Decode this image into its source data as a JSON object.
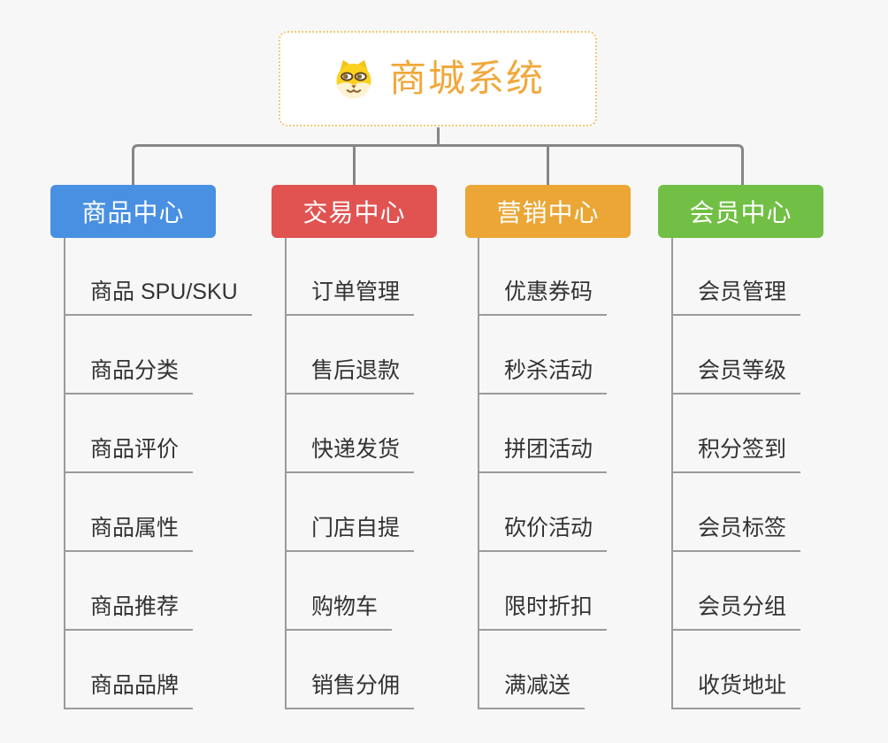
{
  "canvas": {
    "background_color": "#f7f7f7",
    "connector_color": "#868686",
    "leaf_line_color": "#9b9b9b",
    "leaf_text_color": "#333333"
  },
  "root": {
    "title": "商城系统",
    "icon": "dog-face-icon",
    "text_color": "#f1a83b",
    "border_color": "#f2c778",
    "background_color": "#ffffff"
  },
  "branches": [
    {
      "label": "商品中心",
      "color": "#4a90e2",
      "items": [
        "商品 SPU/SKU",
        "商品分类",
        "商品评价",
        "商品属性",
        "商品推荐",
        "商品品牌"
      ]
    },
    {
      "label": "交易中心",
      "color": "#e05351",
      "items": [
        "订单管理",
        "售后退款",
        "快递发货",
        "门店自提",
        "购物车",
        "销售分佣"
      ]
    },
    {
      "label": "营销中心",
      "color": "#eba636",
      "items": [
        "优惠券码",
        "秒杀活动",
        "拼团活动",
        "砍价活动",
        "限时折扣",
        "满减送"
      ]
    },
    {
      "label": "会员中心",
      "color": "#71bf44",
      "items": [
        "会员管理",
        "会员等级",
        "积分签到",
        "会员标签",
        "会员分组",
        "收货地址"
      ]
    }
  ]
}
